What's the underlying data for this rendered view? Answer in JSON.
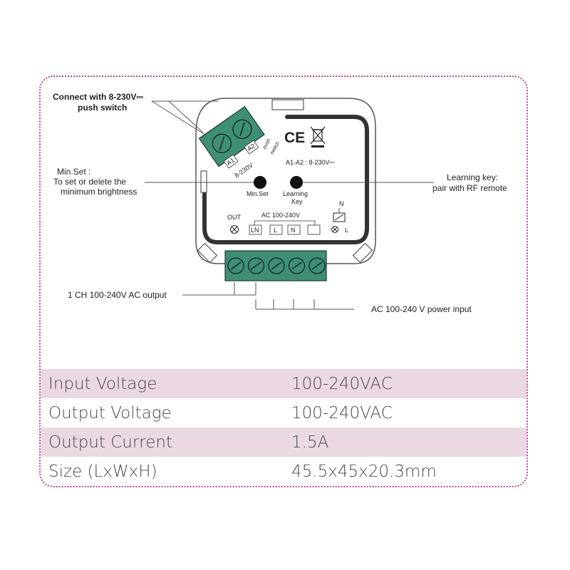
{
  "diagram": {
    "callouts": {
      "push_switch_line1": "Connect with 8-230V⎓",
      "push_switch_line2": "push switch",
      "min_set_line1": "Min.Set :",
      "min_set_line2": "To set or delete  the",
      "min_set_line3": "minimum  brightness",
      "learning_line1": "Learning key:",
      "learning_line2": "pair with RF remote",
      "output": "1 CH 100-240V AC output",
      "power_input": "AC 100-240 V power input"
    },
    "device": {
      "ce_mark": "CE",
      "a1a2_label": "A1-A2 : 8-230V⎓",
      "min_set_button": "Min.Set",
      "learning_button_line1": "Learning",
      "learning_button_line2": "Key",
      "out_label": "OUT",
      "ac_label": "AC 100-240V",
      "terminal_labels": [
        "LN",
        "L",
        "N",
        ""
      ],
      "n_label": "N",
      "l_label": "L",
      "a1_label": "A1",
      "a2_label": "A2",
      "v_label": "8-230V",
      "push_label_line1": "push",
      "push_label_line2": "switch"
    }
  },
  "specs": [
    {
      "label": "Input Voltage",
      "value": "100-240VAC"
    },
    {
      "label": "Output Voltage",
      "value": "100-240VAC"
    },
    {
      "label": "Output Current",
      "value": "1.5A"
    },
    {
      "label": "Size (LxWxH)",
      "value": "45.5x45x20.3mm"
    }
  ],
  "colors": {
    "frame_border": "#c0458a",
    "row_shade": "#ead9e3",
    "terminal_green": "#3f8f74",
    "text": "#4a4a4a"
  }
}
